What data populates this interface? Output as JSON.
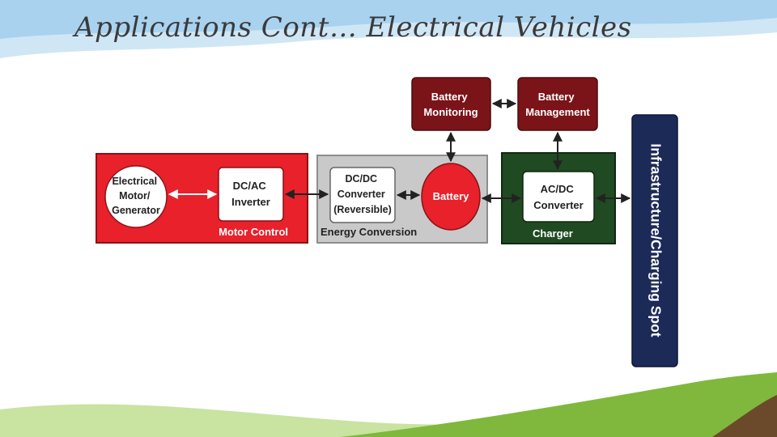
{
  "slide": {
    "title": "Applications Cont… Electrical Vehicles"
  },
  "diagram": {
    "blocks": {
      "motor_control": {
        "label": "Motor Control"
      },
      "energy_conversion": {
        "label": "Energy Conversion"
      },
      "charger": {
        "label": "Charger"
      }
    },
    "nodes": {
      "motor_generator": {
        "lines": [
          "Electrical",
          "Motor/",
          "Generator"
        ]
      },
      "dc_ac_inverter": {
        "lines": [
          "DC/AC",
          "Inverter"
        ]
      },
      "dc_dc_converter": {
        "lines": [
          "DC/DC",
          "Converter",
          "(Reversible)"
        ]
      },
      "battery": {
        "lines": [
          "Battery"
        ]
      },
      "ac_dc_converter": {
        "lines": [
          "AC/DC",
          "Converter"
        ]
      },
      "battery_monitoring": {
        "lines": [
          "Battery",
          "Monitoring"
        ]
      },
      "battery_management": {
        "lines": [
          "Battery",
          "Management"
        ]
      },
      "infrastructure": {
        "label": "Infrastructure/Charging Spot"
      }
    },
    "colors": {
      "motor_control": "#e8212b",
      "energy_conversion": "#c9c9c9",
      "charger": "#1f4a22",
      "battery_box": "#7a1419",
      "infrastructure": "#1b2a57"
    }
  }
}
